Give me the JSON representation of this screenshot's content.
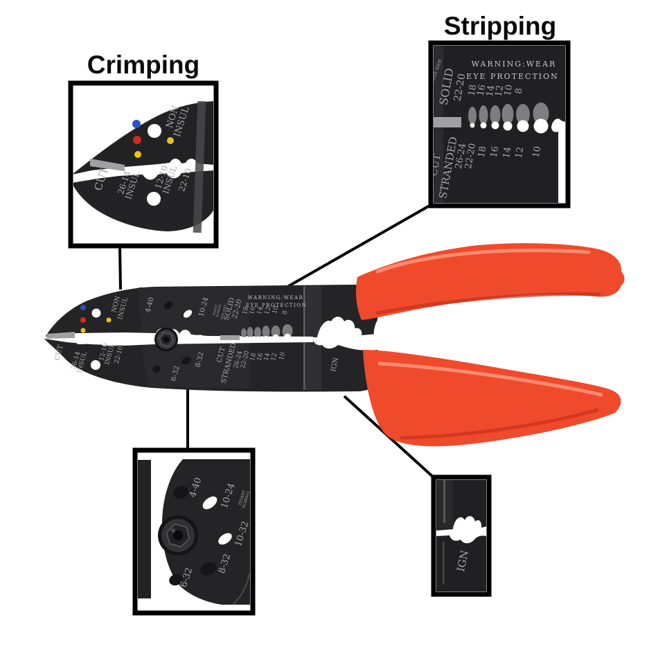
{
  "titles": {
    "crimping": "Crimping",
    "stripping": "Stripping"
  },
  "markings": {
    "non": "NON",
    "insul": "INSUL",
    "cut": "CUT",
    "range_26_14": "26-14",
    "range_12_10": "12-10",
    "range_22_10": "22-10",
    "warning_line1": "WARNING:WEAR",
    "warning_line2": "EYE PROTECTION",
    "this_side": "THIS SIDE",
    "insert": "INSERT",
    "screws": "SCREWS",
    "solid": "SOLID",
    "solid_range": "22-20",
    "solid_sizes": [
      "18",
      "16",
      "14",
      "12",
      "10",
      "8"
    ],
    "stranded": "STRANDED",
    "stranded_range1": "26-24",
    "stranded_range2": "22-20",
    "stranded_sizes": [
      "18",
      "16",
      "14",
      "12",
      "10"
    ],
    "screw_4_40": "4-40",
    "screw_10_24": "10-24",
    "screw_10_32": "10-32",
    "screw_8_32": "8-32",
    "screw_6_32": "6-32",
    "ign": "IGN"
  },
  "colors": {
    "handle": "#f04a2c",
    "handle_shadow": "#c5301a",
    "handle_highlight": "#ff9c84",
    "metal": "#242426",
    "metal_panel": "#2b2b2d",
    "gray_bar": "#a0a0a2",
    "dot_blue": "#2b50c8",
    "dot_red": "#d52a1e",
    "dot_yellow": "#e8c21a",
    "callout_border": "#000000",
    "background": "#ffffff"
  }
}
